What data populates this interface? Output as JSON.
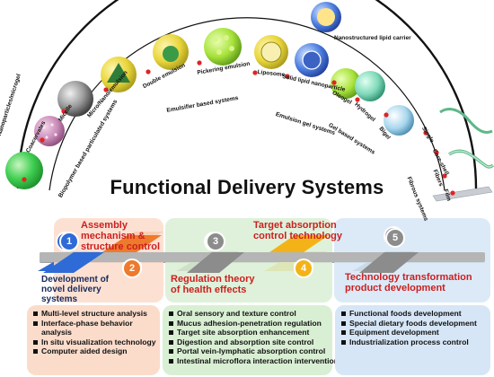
{
  "title": "Functional Delivery Systems",
  "arc_items": [
    {
      "label": "Nanoparticles/microgel"
    },
    {
      "label": "Coacervates"
    },
    {
      "label": "Micelle"
    },
    {
      "label": "Micro/Nano/emulsion"
    },
    {
      "label": "Double emulsion"
    },
    {
      "label": "Pickering emulsion"
    },
    {
      "label": "Liposome"
    },
    {
      "label": "Solid lipid nanoparticle"
    },
    {
      "label": "Oleogel"
    },
    {
      "label": "Hydrogel"
    },
    {
      "label": "Bigel"
    },
    {
      "label": "Single"
    },
    {
      "label": "Core-shell"
    },
    {
      "label": "Fibers"
    },
    {
      "label": "Film"
    },
    {
      "label": "Nanostructured lipid carrier"
    }
  ],
  "groups": [
    {
      "label": "Biopolymer based particulated systems"
    },
    {
      "label": "Emulsifier based systems"
    },
    {
      "label": "Emulsion gel systems"
    },
    {
      "label": "Gel based systems"
    },
    {
      "label": "Fibrous systems"
    }
  ],
  "stages": [
    {
      "number": "1",
      "label": "Development of novel delivery systems",
      "color": "#2e6bd6"
    },
    {
      "number": "2",
      "label": "Assembly mechanism & structure control",
      "color": "#ee7a2b"
    },
    {
      "number": "3",
      "label": "Regulation theory of health effects",
      "color": "#8c8c8c"
    },
    {
      "number": "4",
      "label": "Target absorption control technology",
      "color": "#f3b318"
    },
    {
      "number": "5",
      "label": "Technology transformation product development",
      "color": "#8c8c8c"
    }
  ],
  "panel_colors": [
    "#fbdccb",
    "#d9efd3",
    "#d6e6f6"
  ],
  "bottom_panels": [
    {
      "items": [
        "Multi-level structure analysis",
        "Interface-phase behavior analysis",
        "In situ visualization technology",
        "Computer aided design"
      ]
    },
    {
      "items": [
        "Oral sensory and texture control",
        "Mucus adhesion-penetration regulation",
        "Target site absorption enhancement",
        "Digestion and absorption site control",
        "Portal vein-lymphatic absorption control",
        "Intestinal microflora interaction intervention"
      ]
    },
    {
      "items": [
        "Functional foods development",
        "Special dietary foods development",
        "Equipment development",
        "Industrialization process control"
      ]
    }
  ]
}
